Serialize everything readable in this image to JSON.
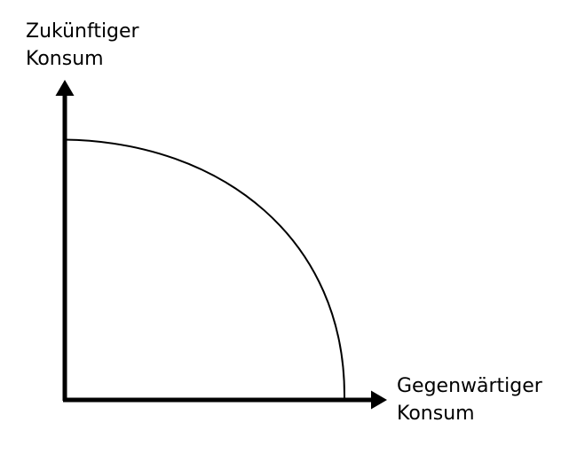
{
  "diagram": {
    "y_axis_label": {
      "line1": "Zukünftiger",
      "line2": "Konsum"
    },
    "x_axis_label": {
      "line1": "Gegenwärtiger",
      "line2": "Konsum"
    },
    "colors": {
      "stroke": "#000000",
      "background": "#ffffff"
    }
  }
}
